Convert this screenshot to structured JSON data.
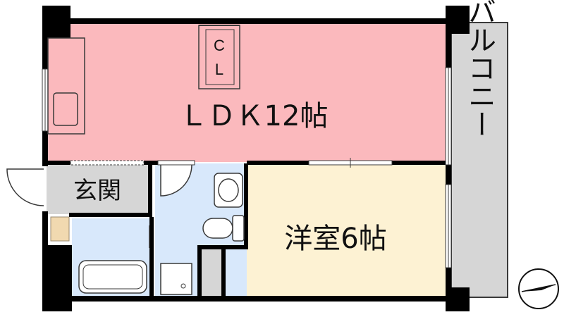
{
  "rooms": {
    "ldk": {
      "label": "ＬＤＫ12帖",
      "color": "#fbb9bd"
    },
    "western": {
      "label": "洋室6帖",
      "color": "#fdf2d3"
    },
    "entrance": {
      "label": "玄関",
      "color": "#d6d6d6"
    },
    "balcony": {
      "label": "バルコニー",
      "color": "#d6d6d6"
    },
    "wet_area": {
      "color": "#d8e8fb"
    }
  },
  "closet": {
    "line1": "C",
    "line2": "L"
  },
  "colors": {
    "wall": "#000000",
    "fixture": "#3a3a3a",
    "floor_wood": "#f1d9b0"
  },
  "compass": {
    "icon": "north-arrow-icon",
    "points": "left"
  }
}
